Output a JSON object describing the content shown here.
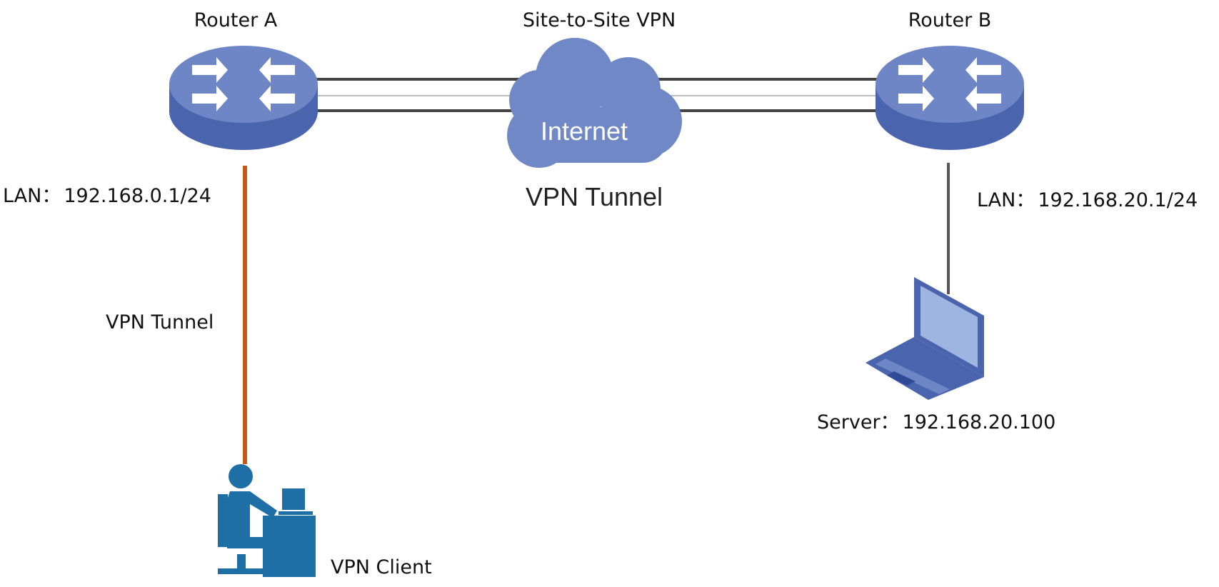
{
  "diagram": {
    "site_to_site_title": "Site-to-Site VPN",
    "tunnel_label": "VPN Tunnel",
    "cloud_label": "Internet",
    "router_a": {
      "name": "Router A",
      "lan_prefix": "LAN：",
      "lan_ip": "192.168.0.1/24"
    },
    "router_b": {
      "name": "Router B",
      "lan_prefix": "LAN：",
      "lan_ip": "192.168.20.1/24"
    },
    "client_link_label": "VPN Tunnel",
    "client_label": "VPN Client",
    "server": {
      "prefix": "Server：",
      "ip": "192.168.20.100"
    }
  },
  "colors": {
    "router_top": "#6f86c6",
    "router_side": "#4a64ad",
    "cloud": "#7088c6",
    "client_link": "#c65a14",
    "server_link": "#555555",
    "tunnel_line": "#444444",
    "client_icon": "#1d6fa5"
  }
}
